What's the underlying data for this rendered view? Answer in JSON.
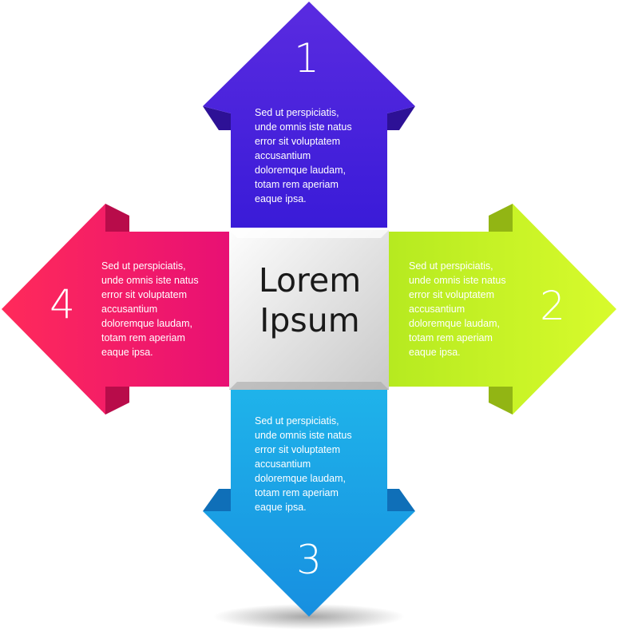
{
  "center": {
    "line1": "Lorem",
    "line2": "Ipsum"
  },
  "arrows": [
    {
      "number": "1",
      "color": "#4a22d4",
      "text_color": "#ffffff",
      "lines": [
        "Sed ut perspiciatis,",
        "unde omnis iste natus",
        "error sit voluptatem",
        "accusantium",
        "doloremque laudam,",
        "totam rem aperiam",
        "eaque ipsa."
      ]
    },
    {
      "number": "2",
      "color": "#c3f021",
      "text_color": "#ffffff",
      "lines": [
        "Sed ut perspiciatis,",
        "unde omnis iste natus",
        "error sit voluptatem",
        "accusantium",
        "doloremque laudam,",
        "totam rem aperiam",
        "eaque ipsa."
      ]
    },
    {
      "number": "3",
      "color": "#1aa6e6",
      "text_color": "#ffffff",
      "lines": [
        "Sed ut perspiciatis,",
        "unde omnis iste natus",
        "error sit voluptatem",
        "accusantium",
        "doloremque laudam,",
        "totam rem aperiam",
        "eaque ipsa."
      ]
    },
    {
      "number": "4",
      "color": "#f0106a",
      "text_color": "#ffffff",
      "lines": [
        "Sed ut perspiciatis,",
        "unde omnis iste natus",
        "error sit voluptatem",
        "accusantium",
        "doloremque laudam,",
        "totam rem aperiam",
        "eaque ipsa."
      ]
    }
  ]
}
